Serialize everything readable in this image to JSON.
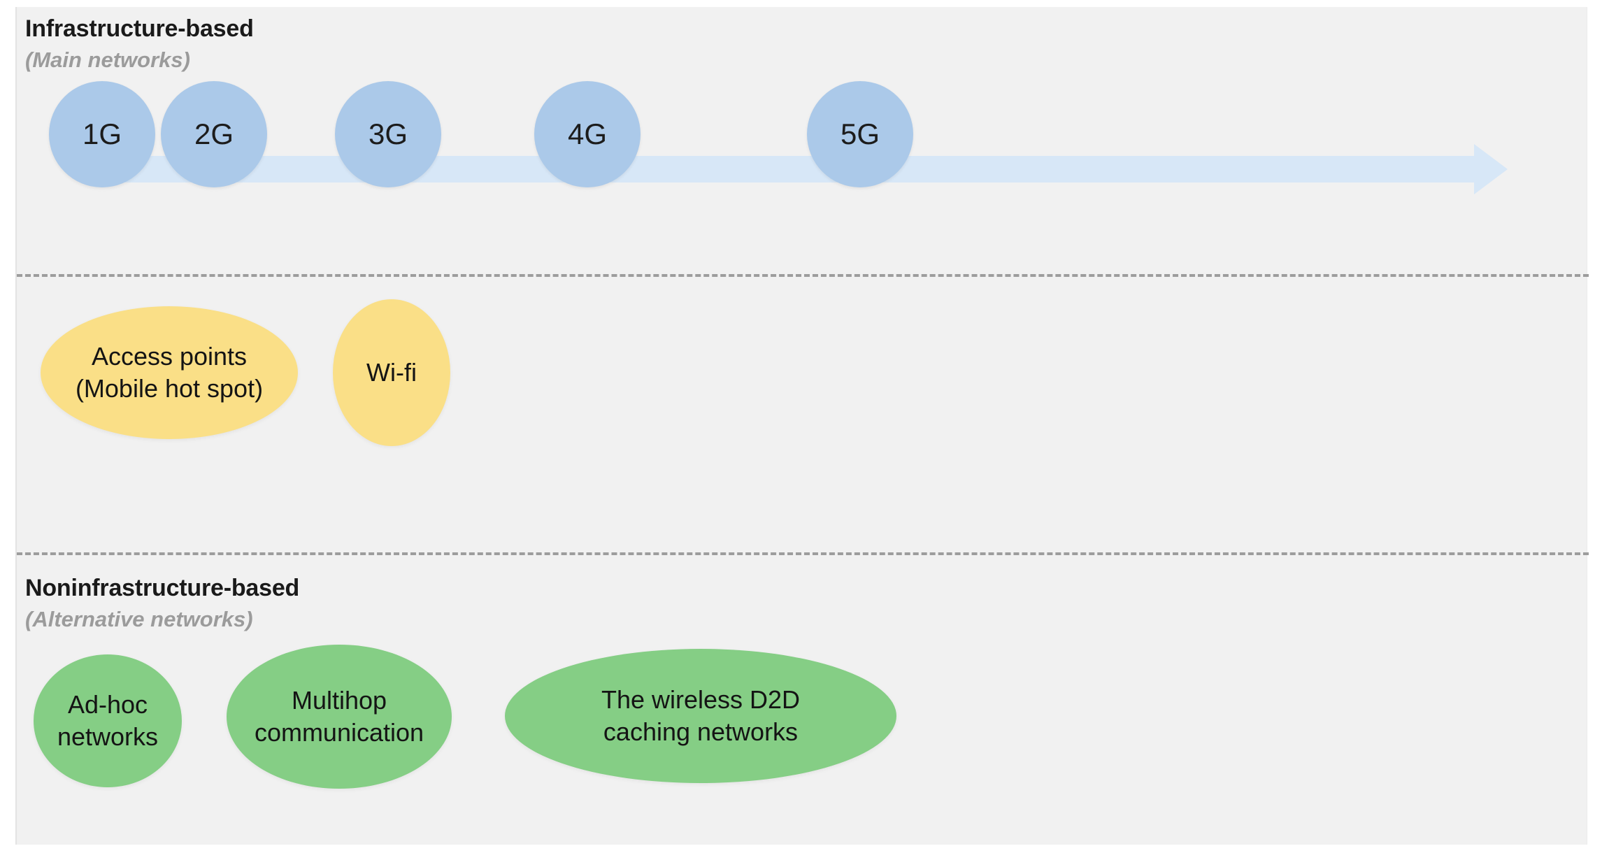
{
  "diagram": {
    "title_infrastructure": "Infrastructure-based",
    "subtitle_infrastructure": "(Main networks)",
    "title_noninfrastructure": "Noninfrastructure-based",
    "subtitle_noninfrastructure": "(Alternative networks)",
    "colors": {
      "panel_background": "#f1f1f1",
      "generation_circle": "#abc9e9",
      "timeline_track": "#d7e7f7",
      "yellow_blob": "#fadf87",
      "green_blob": "#85ce85",
      "divider": "#9d9d9d",
      "title_text": "#1a1a1a",
      "subtitle_text": "#9b9b9b"
    }
  },
  "timeline": {
    "name": "mobile-generation-timeline",
    "arrow_direction": "right",
    "nodes": [
      {
        "label": "1G"
      },
      {
        "label": "2G"
      },
      {
        "label": "3G"
      },
      {
        "label": "4G"
      },
      {
        "label": "5G"
      }
    ]
  },
  "yellow_blobs": [
    {
      "line1": "Access points",
      "line2": "(Mobile hot spot)"
    },
    {
      "line1": "Wi-fi",
      "line2": ""
    }
  ],
  "green_blobs": [
    {
      "line1": "Ad-hoc",
      "line2": "networks"
    },
    {
      "line1": "Multihop",
      "line2": "communication"
    },
    {
      "line1": "The wireless D2D",
      "line2": "caching networks"
    }
  ]
}
